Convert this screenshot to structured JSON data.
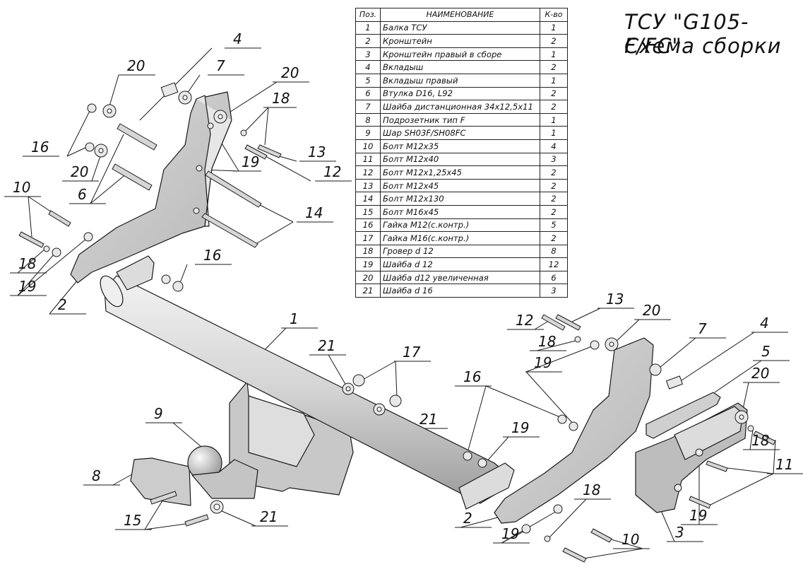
{
  "title": {
    "line1": "ТСУ \"G105-F/FC\"",
    "line2": "Схема сборки"
  },
  "table": {
    "headers": {
      "pos": "Поз.",
      "name": "НАИМЕНОВАНИЕ",
      "qty": "К-во"
    },
    "rows": [
      {
        "pos": "1",
        "name": "Балка ТСУ",
        "qty": "1"
      },
      {
        "pos": "2",
        "name": "Кронштейн",
        "qty": "2"
      },
      {
        "pos": "3",
        "name": "Кронштейн правый в сборе",
        "qty": "1"
      },
      {
        "pos": "4",
        "name": "Вкладыш",
        "qty": "2"
      },
      {
        "pos": "5",
        "name": "Вкладыш правый",
        "qty": "1"
      },
      {
        "pos": "6",
        "name": "Втулка D16, L92",
        "qty": "2"
      },
      {
        "pos": "7",
        "name": "Шайба дистанционная 34х12,5х11",
        "qty": "2"
      },
      {
        "pos": "8",
        "name": "Подрозетник тип F",
        "qty": "1"
      },
      {
        "pos": "9",
        "name": "Шар SH03F/SH08FC",
        "qty": "1"
      },
      {
        "pos": "10",
        "name": "Болт М12х35",
        "qty": "4"
      },
      {
        "pos": "11",
        "name": "Болт М12х40",
        "qty": "3"
      },
      {
        "pos": "12",
        "name": "Болт М12х1,25х45",
        "qty": "2"
      },
      {
        "pos": "13",
        "name": "Болт М12х45",
        "qty": "2"
      },
      {
        "pos": "14",
        "name": "Болт М12х130",
        "qty": "2"
      },
      {
        "pos": "15",
        "name": "Болт М16х45",
        "qty": "2"
      },
      {
        "pos": "16",
        "name": "Гайка М12(с.контр.)",
        "qty": "5"
      },
      {
        "pos": "17",
        "name": "Гайка  М16(с.контр.)",
        "qty": "2"
      },
      {
        "pos": "18",
        "name": "Гровер d 12",
        "qty": "8"
      },
      {
        "pos": "19",
        "name": "Шайба d 12",
        "qty": "12"
      },
      {
        "pos": "20",
        "name": "Шайба d12 увеличенная",
        "qty": "6"
      },
      {
        "pos": "21",
        "name": "Шайба d 16",
        "qty": "3"
      }
    ]
  },
  "callouts": [
    "4",
    "20",
    "7",
    "20",
    "18",
    "16",
    "20",
    "6",
    "13",
    "12",
    "19",
    "10",
    "14",
    "18",
    "19",
    "16",
    "2",
    "1",
    "21",
    "17",
    "21",
    "9",
    "8",
    "15",
    "21",
    "16",
    "19",
    "12",
    "13",
    "18",
    "20",
    "19",
    "7",
    "4",
    "5",
    "20",
    "18",
    "11",
    "2",
    "19",
    "18",
    "10",
    "19",
    "3"
  ],
  "colors": {
    "line": "#1a1a1a",
    "part_fill": "#c9c9c9",
    "part_light": "#e4e4e4",
    "part_dark": "#8a8a8a"
  }
}
